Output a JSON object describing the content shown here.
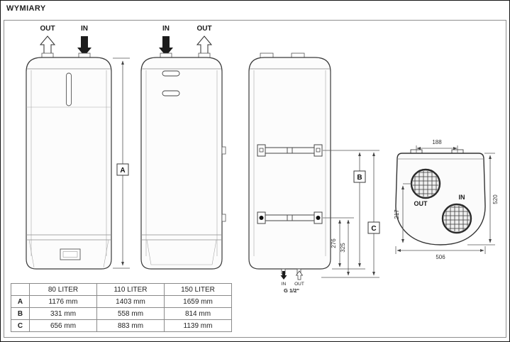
{
  "page": {
    "title": "WYMIARY"
  },
  "front_view": {
    "out_label": "OUT",
    "in_label": "IN"
  },
  "side_view": {
    "in_label": "IN",
    "out_label": "OUT"
  },
  "dims": {
    "a": "A",
    "b": "B",
    "c": "C",
    "offset_276": "276",
    "offset_325": "325"
  },
  "bottom": {
    "in_label": "IN",
    "out_label": "OUT",
    "pipe_size": "G 1/2\""
  },
  "top_view": {
    "width_top": "188",
    "left_dim": "217",
    "right_dim": "520",
    "bottom_dim": "506",
    "out_label": "OUT",
    "in_label": "IN"
  },
  "table": {
    "col_headers": [
      "80 LITER",
      "110 LITER",
      "150 LITER"
    ],
    "rows": [
      {
        "label": "A",
        "values": [
          "1176 mm",
          "1403 mm",
          "1659 mm"
        ]
      },
      {
        "label": "B",
        "values": [
          "331 mm",
          "558 mm",
          "814 mm"
        ]
      },
      {
        "label": "C",
        "values": [
          "656 mm",
          "883 mm",
          "1139 mm"
        ]
      }
    ]
  }
}
